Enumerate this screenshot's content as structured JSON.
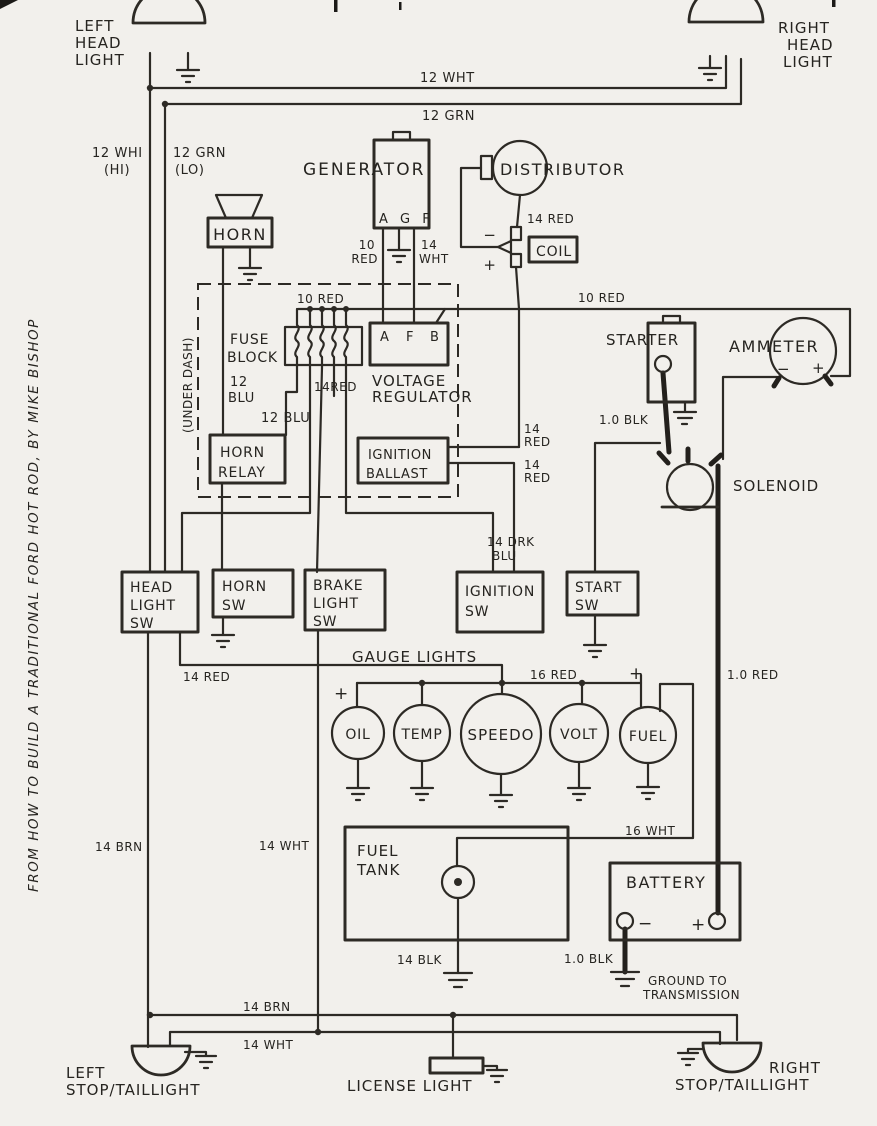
{
  "labels": {
    "credit": "FROM  HOW TO BUILD A TRADITIONAL FORD HOT ROD,  BY  MIKE BISHOP",
    "headlights": {
      "left": [
        "LEFT",
        "HEAD",
        "LIGHT"
      ],
      "right": [
        "RIGHT",
        "HEAD",
        "LIGHT"
      ]
    },
    "top_wires": {
      "wht": "12 WHT",
      "grn": "12 GRN",
      "hi": [
        "12 WHI",
        "(HI)"
      ],
      "lo": [
        "12 GRN",
        "(LO)"
      ]
    },
    "horn": "HORN",
    "generator": {
      "name": "GENERATOR",
      "terminals": "A G F",
      "w_a": [
        "10",
        "RED"
      ],
      "w_f": [
        "14",
        "WHT"
      ]
    },
    "distributor": {
      "name": "DISTRIBUTOR",
      "wire": "14 RED"
    },
    "coil": {
      "name": "COIL",
      "plus": "+",
      "minus": "−"
    },
    "main_feed": {
      "left": "10 RED",
      "right": "10 RED"
    },
    "fuse_block": {
      "name": [
        "FUSE",
        "BLOCK"
      ],
      "under_dash": "(UNDER DASH)",
      "w_relay": [
        "12",
        "BLU"
      ],
      "w_head": "12 BLU",
      "w_mid": "14RED"
    },
    "regulator": {
      "name": [
        "VOLTAGE",
        "REGULATOR"
      ],
      "a": "A",
      "f": "F",
      "b": "B"
    },
    "horn_relay": [
      "HORN",
      "RELAY"
    ],
    "ballast": {
      "name": [
        "IGNITION",
        "BALLAST"
      ],
      "w1": [
        "14",
        "RED"
      ],
      "w2": [
        "14",
        "RED"
      ]
    },
    "starter": {
      "name": "STARTER",
      "wire": "1.0 BLK"
    },
    "ammeter": {
      "name": "AMMETER",
      "plus": "+",
      "minus": "−"
    },
    "solenoid": {
      "name": "SOLENOID",
      "cable": "1.0 RED",
      "start_wire": [
        "14 DRK",
        "BLU"
      ]
    },
    "switches": {
      "head": [
        "HEAD",
        "LIGHT",
        "SW"
      ],
      "horn": [
        "HORN",
        "SW"
      ],
      "brake": [
        "BRAKE",
        "LIGHT",
        "SW"
      ],
      "ignition": [
        "IGNITION",
        "SW"
      ],
      "start": [
        "START",
        "SW"
      ]
    },
    "gauges": {
      "title": "GAUGE LIGHTS",
      "feed": "14 RED",
      "bus": "16 RED",
      "plus_left": "+",
      "plus_right": "+",
      "names": [
        "OIL",
        "TEMP",
        "SPEEDO",
        "VOLT",
        "FUEL"
      ],
      "sender": "16 WHT"
    },
    "fuel_tank": {
      "name": [
        "FUEL",
        "TANK"
      ],
      "ground": "14 BLK"
    },
    "battery": {
      "name": "BATTERY",
      "plus": "+",
      "minus": "−",
      "cable": "1.0 BLK",
      "ground": [
        "GROUND TO",
        "TRANSMISSION"
      ]
    },
    "bottom": {
      "brn_left": "14 BRN",
      "wht_left": "14 WHT",
      "brn": "14 BRN",
      "wht": "14 WHT",
      "left": [
        "LEFT",
        "STOP/TAILLIGHT"
      ],
      "license": "LICENSE LIGHT",
      "right": [
        "RIGHT",
        "STOP/TAILLIGHT"
      ]
    }
  }
}
